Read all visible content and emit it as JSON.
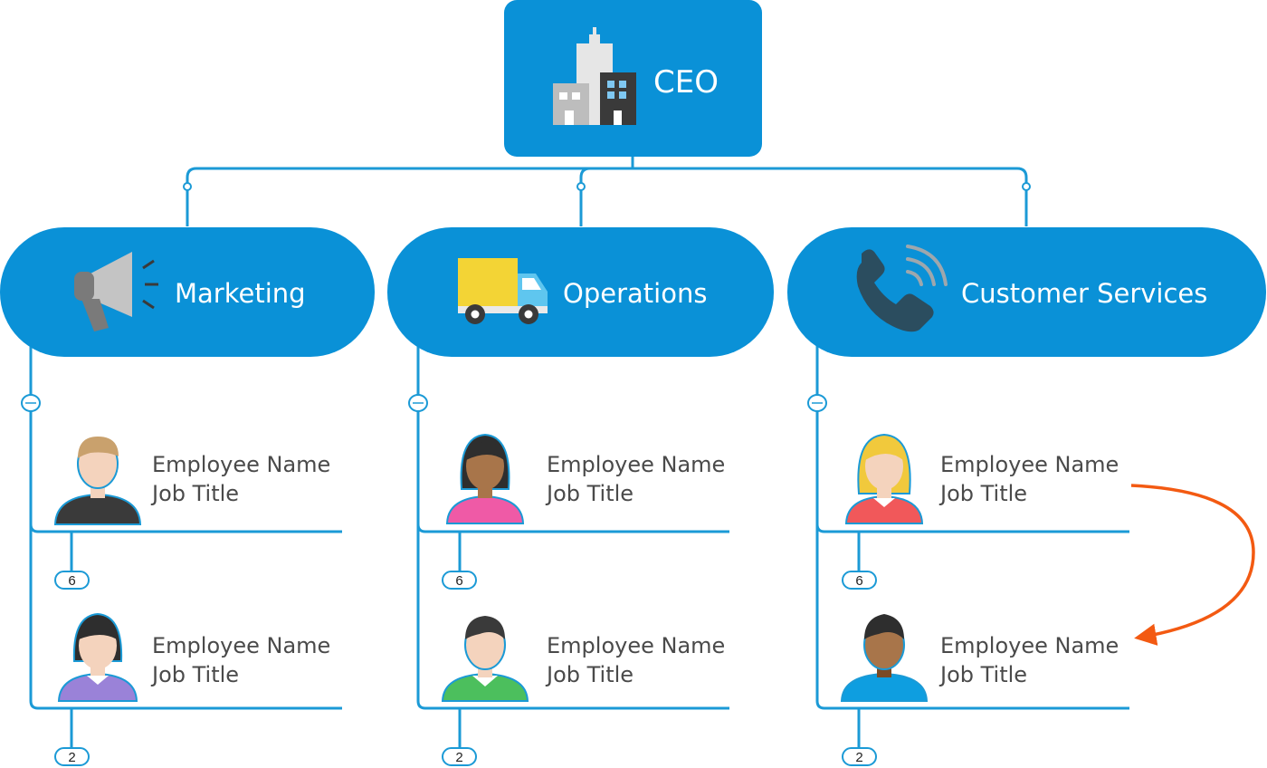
{
  "ceo": {
    "label": "CEO",
    "icon": "office-buildings-icon"
  },
  "departments": [
    {
      "label": "Marketing",
      "icon": "megaphone-icon",
      "employees": [
        {
          "name": "Employee Name",
          "title": "Job Title",
          "badge": "6",
          "avatar": "man-blond-avatar"
        },
        {
          "name": "Employee Name",
          "title": "Job Title",
          "badge": "2",
          "avatar": "woman-dark-hair-avatar"
        }
      ]
    },
    {
      "label": "Operations",
      "icon": "delivery-truck-icon",
      "employees": [
        {
          "name": "Employee Name",
          "title": "Job Title",
          "badge": "6",
          "avatar": "woman-dark-skin-avatar"
        },
        {
          "name": "Employee Name",
          "title": "Job Title",
          "badge": "2",
          "avatar": "man-green-shirt-avatar"
        }
      ]
    },
    {
      "label": "Customer Services",
      "icon": "phone-icon",
      "employees": [
        {
          "name": "Employee Name",
          "title": "Job Title",
          "badge": "6",
          "avatar": "woman-blonde-avatar"
        },
        {
          "name": "Employee Name",
          "title": "Job Title",
          "badge": "2",
          "avatar": "man-dark-skin-avatar"
        }
      ]
    }
  ],
  "colors": {
    "node_fill": "#0a91d7",
    "connector": "#1b9ad6",
    "relation_arrow": "#f35a12",
    "text": "#4a4a4a"
  }
}
